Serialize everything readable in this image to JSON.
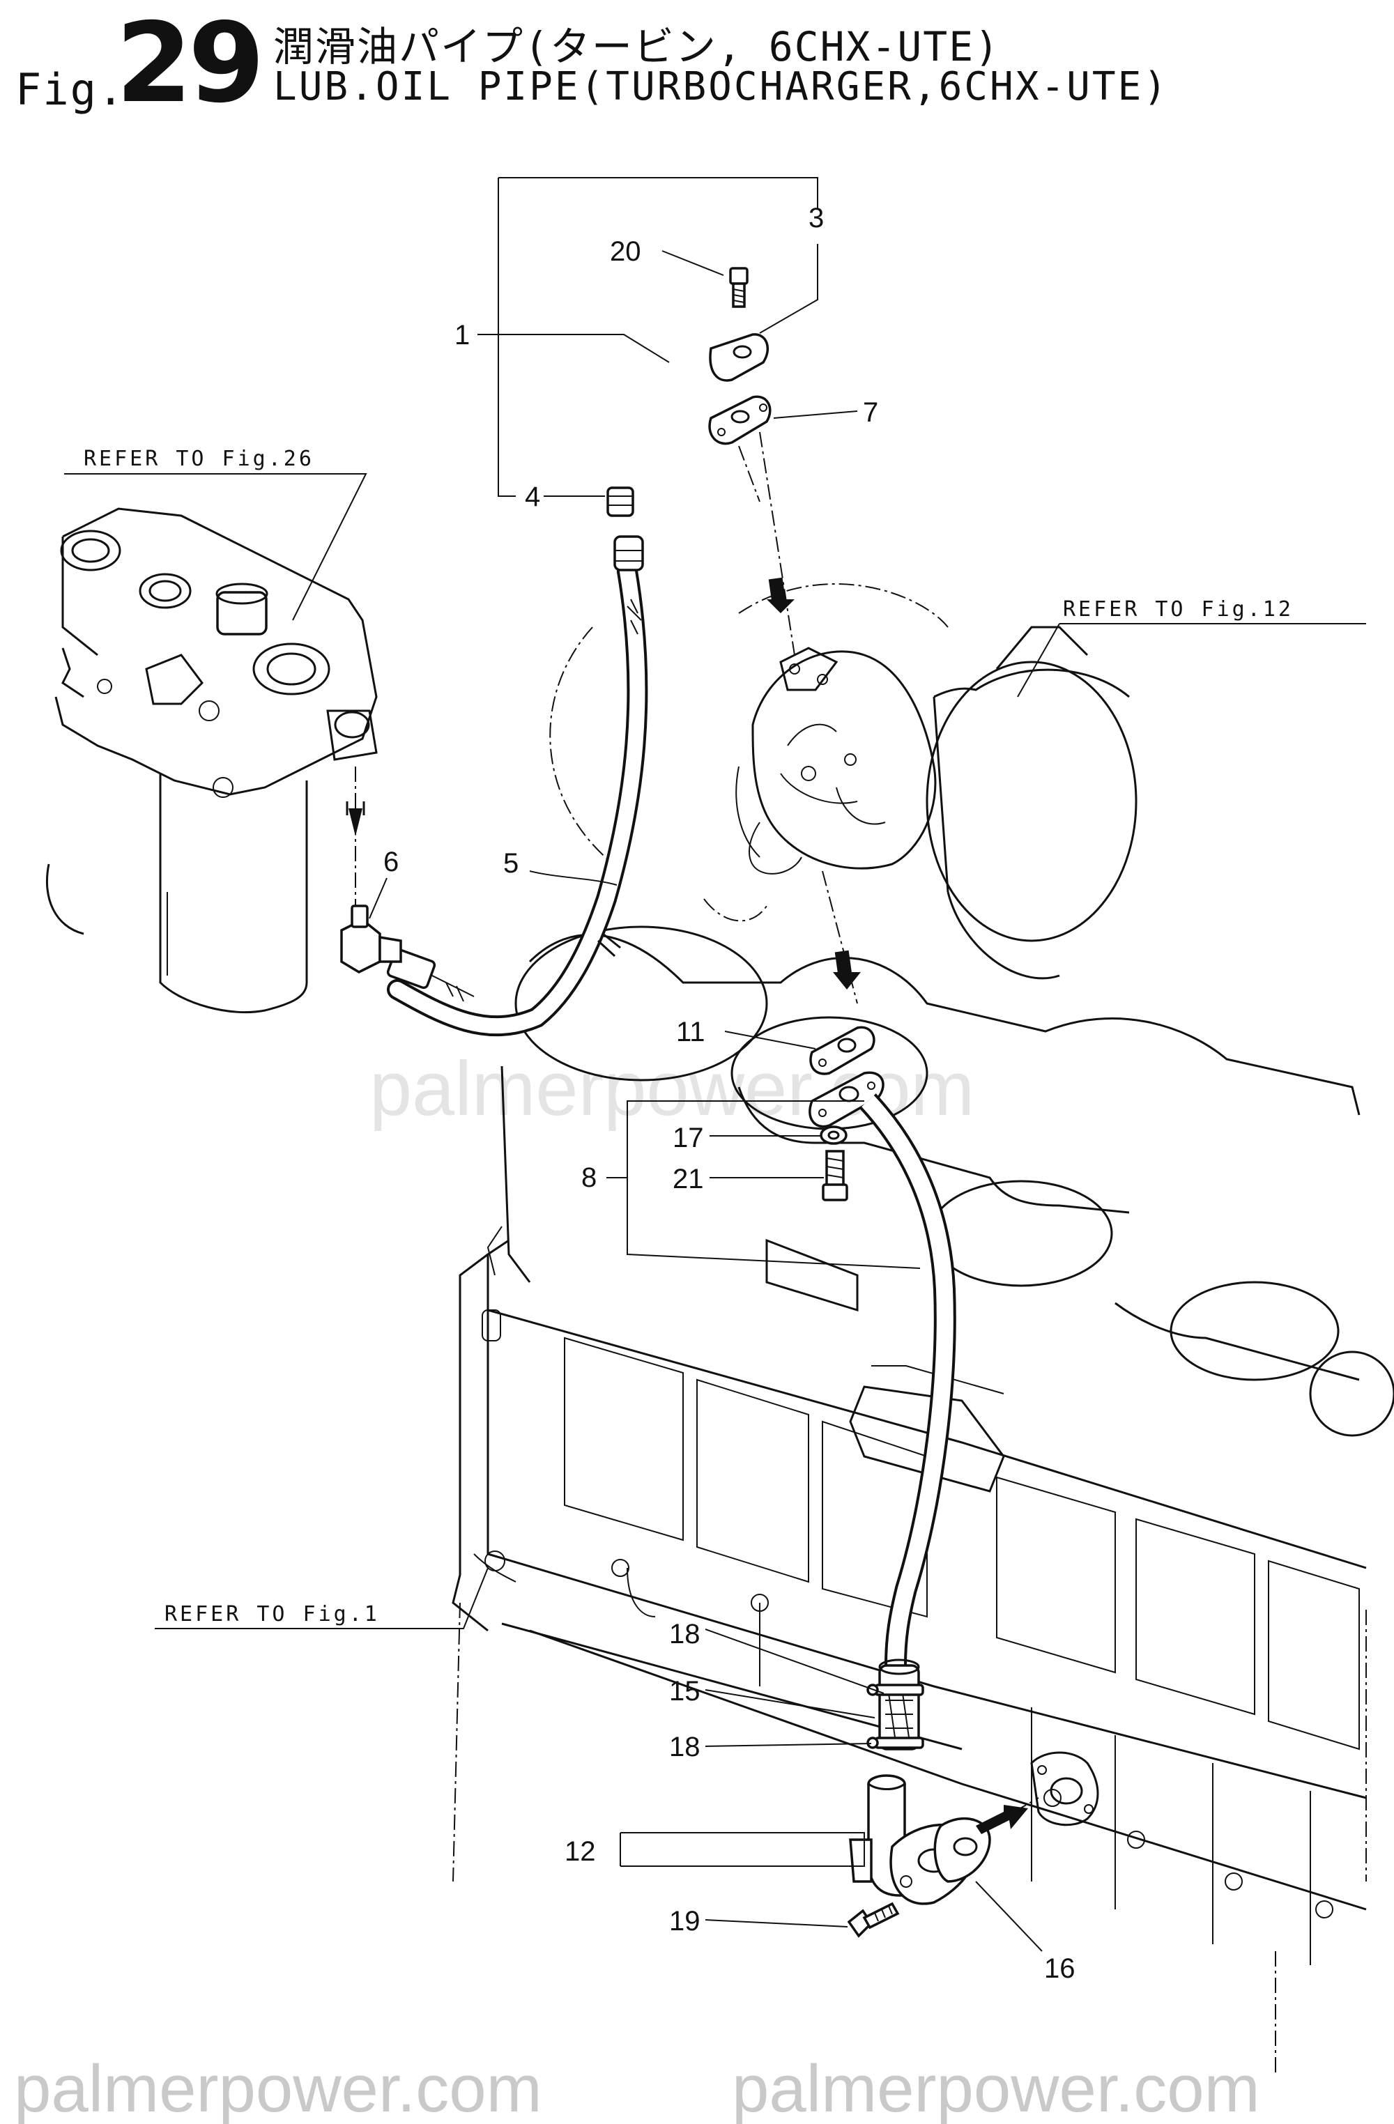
{
  "header": {
    "fig_word": "Fig.",
    "fig_number": "29",
    "title_ja": "潤滑油パイプ(タービン, 6CHX-UTE)",
    "title_en": "LUB.OIL PIPE(TURBOCHARGER,6CHX-UTE)"
  },
  "references": {
    "fig26": "REFER TO Fig.26",
    "fig12": "REFER TO Fig.12",
    "fig1": "REFER TO Fig.1"
  },
  "callouts": {
    "c1": "1",
    "c3": "3",
    "c4": "4",
    "c5": "5",
    "c6": "6",
    "c7": "7",
    "c8": "8",
    "c11": "11",
    "c12": "12",
    "c15": "15",
    "c16": "16",
    "c17": "17",
    "c18a": "18",
    "c18b": "18",
    "c19": "19",
    "c20": "20",
    "c21": "21"
  },
  "watermarks": {
    "middle": "palmerpower.com",
    "bottom_left": "palmerpower.com",
    "bottom_right": "palmerpower.com"
  }
}
